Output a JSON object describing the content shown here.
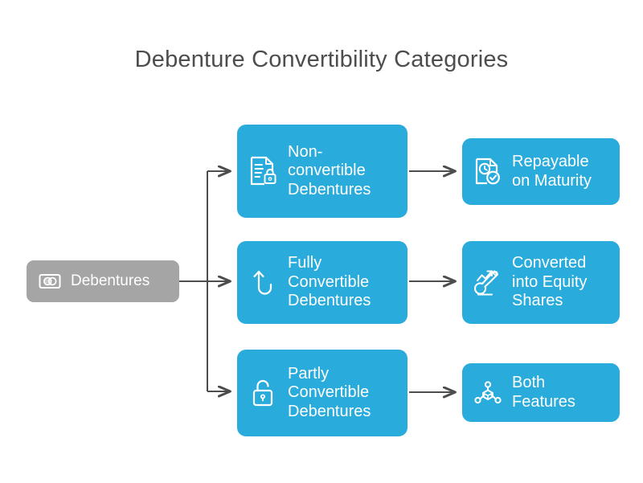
{
  "title": "Debenture Convertibility Categories",
  "colors": {
    "background": "#ffffff",
    "title_text": "#4d4d4d",
    "root_node": "#a5a5a5",
    "branch_node": "#29abdc",
    "node_text": "#ffffff",
    "connector": "#4d4d4d"
  },
  "root": {
    "label": "Debentures",
    "icon": "banknote-icon"
  },
  "categories": [
    {
      "label": "Non-convertible Debentures",
      "lines": [
        "Non-",
        "convertible",
        "Debentures"
      ],
      "icon": "document-lock-icon",
      "outcome": {
        "label": "Repayable on Maturity",
        "lines": [
          "Repayable",
          "on Maturity"
        ],
        "icon": "document-clock-check-icon"
      }
    },
    {
      "label": "Fully Convertible Debentures",
      "lines": [
        "Fully",
        "Convertible",
        "Debentures"
      ],
      "icon": "curved-up-arrow-icon",
      "outcome": {
        "label": "Converted into Equity Shares",
        "lines": [
          "Converted",
          "into Equity",
          "Shares"
        ],
        "icon": "rocket-growth-icon"
      }
    },
    {
      "label": "Partly Convertible Debentures",
      "lines": [
        "Partly",
        "Convertible",
        "Debentures"
      ],
      "icon": "unlocked-padlock-icon",
      "outcome": {
        "label": "Both Features",
        "lines": [
          "Both",
          "Features"
        ],
        "icon": "network-nodes-icon"
      }
    }
  ]
}
